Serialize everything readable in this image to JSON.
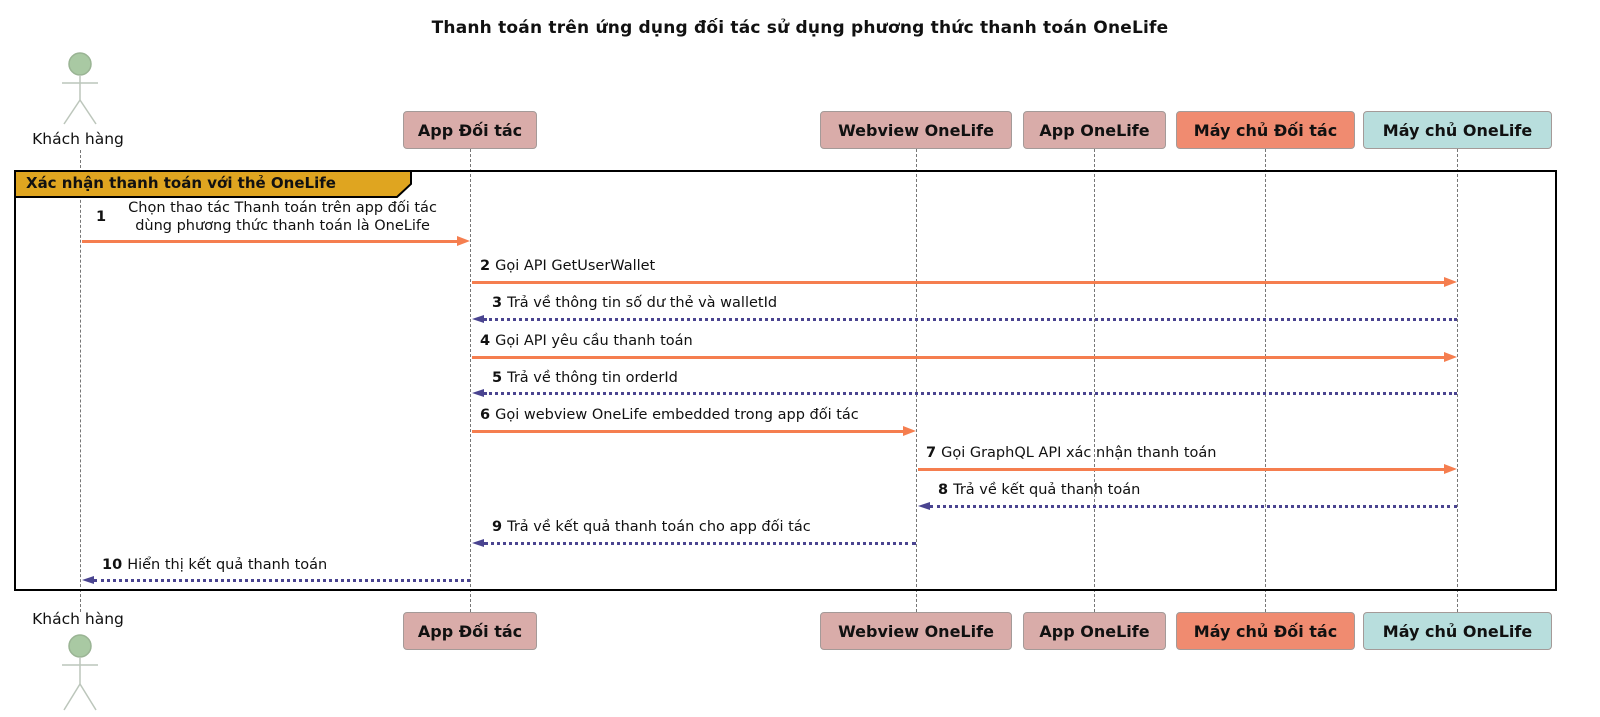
{
  "title": "Thanh toán trên ứng dụng đối tác sử dụng phương thức thanh toán OneLife",
  "actor": {
    "name": "Khách hàng"
  },
  "participants": [
    {
      "label": "App Đối tác",
      "color": "#D9ACA9"
    },
    {
      "label": "Webview OneLife",
      "color": "#D9ACA9"
    },
    {
      "label": "App OneLife",
      "color": "#D9ACA9"
    },
    {
      "label": "Máy chủ Đối tác",
      "color": "#F08B70"
    },
    {
      "label": "Máy chủ OneLife",
      "color": "#B8DEDD"
    }
  ],
  "frame": {
    "label": "Xác nhận thanh toán với thẻ OneLife",
    "color": "#DFA520"
  },
  "messages": [
    {
      "num": "1",
      "text": "Chọn thao tác Thanh toán trên app đối tác\ndùng phương thức thanh toán là OneLife",
      "from": "Khách hàng",
      "to": "App Đối tác",
      "kind": "solid"
    },
    {
      "num": "2",
      "text": "Gọi API GetUserWallet",
      "from": "App Đối tác",
      "to": "Máy chủ OneLife",
      "kind": "solid"
    },
    {
      "num": "3",
      "text": "Trả về thông tin số dư thẻ và walletId",
      "from": "Máy chủ OneLife",
      "to": "App Đối tác",
      "kind": "return"
    },
    {
      "num": "4",
      "text": "Gọi API yêu cầu thanh toán",
      "from": "App Đối tác",
      "to": "Máy chủ OneLife",
      "kind": "solid"
    },
    {
      "num": "5",
      "text": "Trả về thông tin orderId",
      "from": "Máy chủ OneLife",
      "to": "App Đối tác",
      "kind": "return"
    },
    {
      "num": "6",
      "text": "Gọi webview OneLife embedded trong app đối tác",
      "from": "App Đối tác",
      "to": "Webview OneLife",
      "kind": "solid"
    },
    {
      "num": "7",
      "text": "Gọi GraphQL API xác nhận thanh toán",
      "from": "Webview OneLife",
      "to": "Máy chủ OneLife",
      "kind": "solid"
    },
    {
      "num": "8",
      "text": "Trả về kết quả thanh toán",
      "from": "Máy chủ OneLife",
      "to": "Webview OneLife",
      "kind": "return"
    },
    {
      "num": "9",
      "text": "Trả về kết quả thanh toán cho app đối tác",
      "from": "Webview OneLife",
      "to": "App Đối tác",
      "kind": "return"
    },
    {
      "num": "10",
      "text": "Hiển thị kết quả thanh toán",
      "from": "App Đối tác",
      "to": "Khách hàng",
      "kind": "return"
    }
  ],
  "colors": {
    "participant_rose": "#D9ACA9",
    "participant_salmon": "#F08B70",
    "participant_teal": "#B8DEDD",
    "frame_gold": "#DFA520",
    "arrow_solid": "#F57E4F",
    "arrow_return": "#4A4490",
    "lifeline": "#777777",
    "actor_head": "#A9C9A3"
  }
}
